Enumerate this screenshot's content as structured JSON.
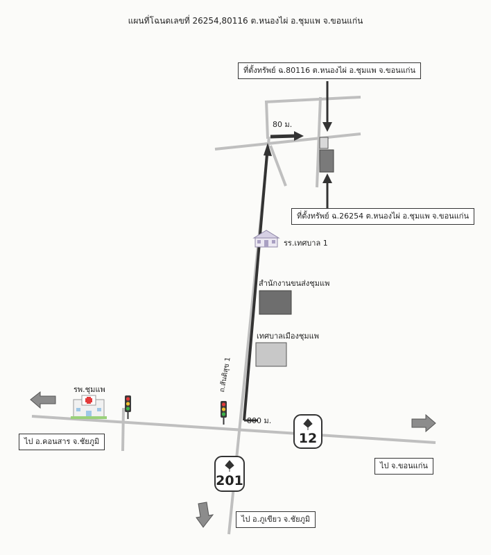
{
  "title": "แผนที่โฉนดเลขที่ 26254,80116 ต.หนองไผ่ อ.ชุมแพ จ.ขอนแก่น",
  "labels": {
    "property_80116": "ที่ตั้งทรัพย์ ฉ.80116 ต.หนองไผ่ อ.ชุมแพ จ.ขอนแก่น",
    "property_26254": "ที่ตั้งทรัพย์ ฉ.26254 ต.หนองไผ่ อ.ชุมแพ จ.ขอนแก่น",
    "distance_80m": "80 ม.",
    "distance_800m": "800 ม.",
    "school": "รร.เทศบาล 1",
    "transport_office": "สำนักงานขนส่งชุมแพ",
    "municipality": "เทศบาลเมืองชุมแพ",
    "hospital": "รพ.ชุมแพ",
    "road_name": "ถ.สันติสุข 1",
    "to_khon_san": "ไป อ.คอนสาร จ.ชัยภูมิ",
    "to_khon_kaen": "ไป จ.ขอนแก่น",
    "to_phu_khiao": "ไป อ.ภูเขียว จ.ชัยภูมิ",
    "highway_12": "12",
    "highway_201": "201"
  },
  "colors": {
    "road": "#bfbfbf",
    "arrow": "#333333",
    "property_main": "#7a7a7a",
    "property_small": "#d9d9d9",
    "transport_fill": "#6e6e6e",
    "municipality_fill": "#c8c8c8",
    "direction_arrow": "#8c8c8c"
  },
  "icons": [
    "traffic-light-icon",
    "hospital-icon",
    "school-icon",
    "highway-shield-icon",
    "direction-arrow-icon"
  ]
}
